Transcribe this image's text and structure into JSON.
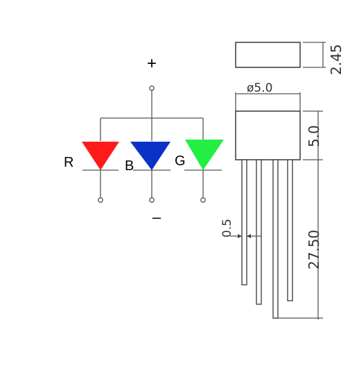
{
  "schematic": {
    "plus_label": "+",
    "minus_label": "–",
    "leds": [
      {
        "label": "R",
        "color": "#ff1a1a"
      },
      {
        "label": "B",
        "color": "#0a32c8"
      },
      {
        "label": "G",
        "color": "#22ee44"
      }
    ]
  },
  "dimensions": {
    "height_top": "2.45",
    "diameter": "ø5.0",
    "body_height": "5.0",
    "lead_width": "0.5",
    "lead_length": "27.50"
  }
}
